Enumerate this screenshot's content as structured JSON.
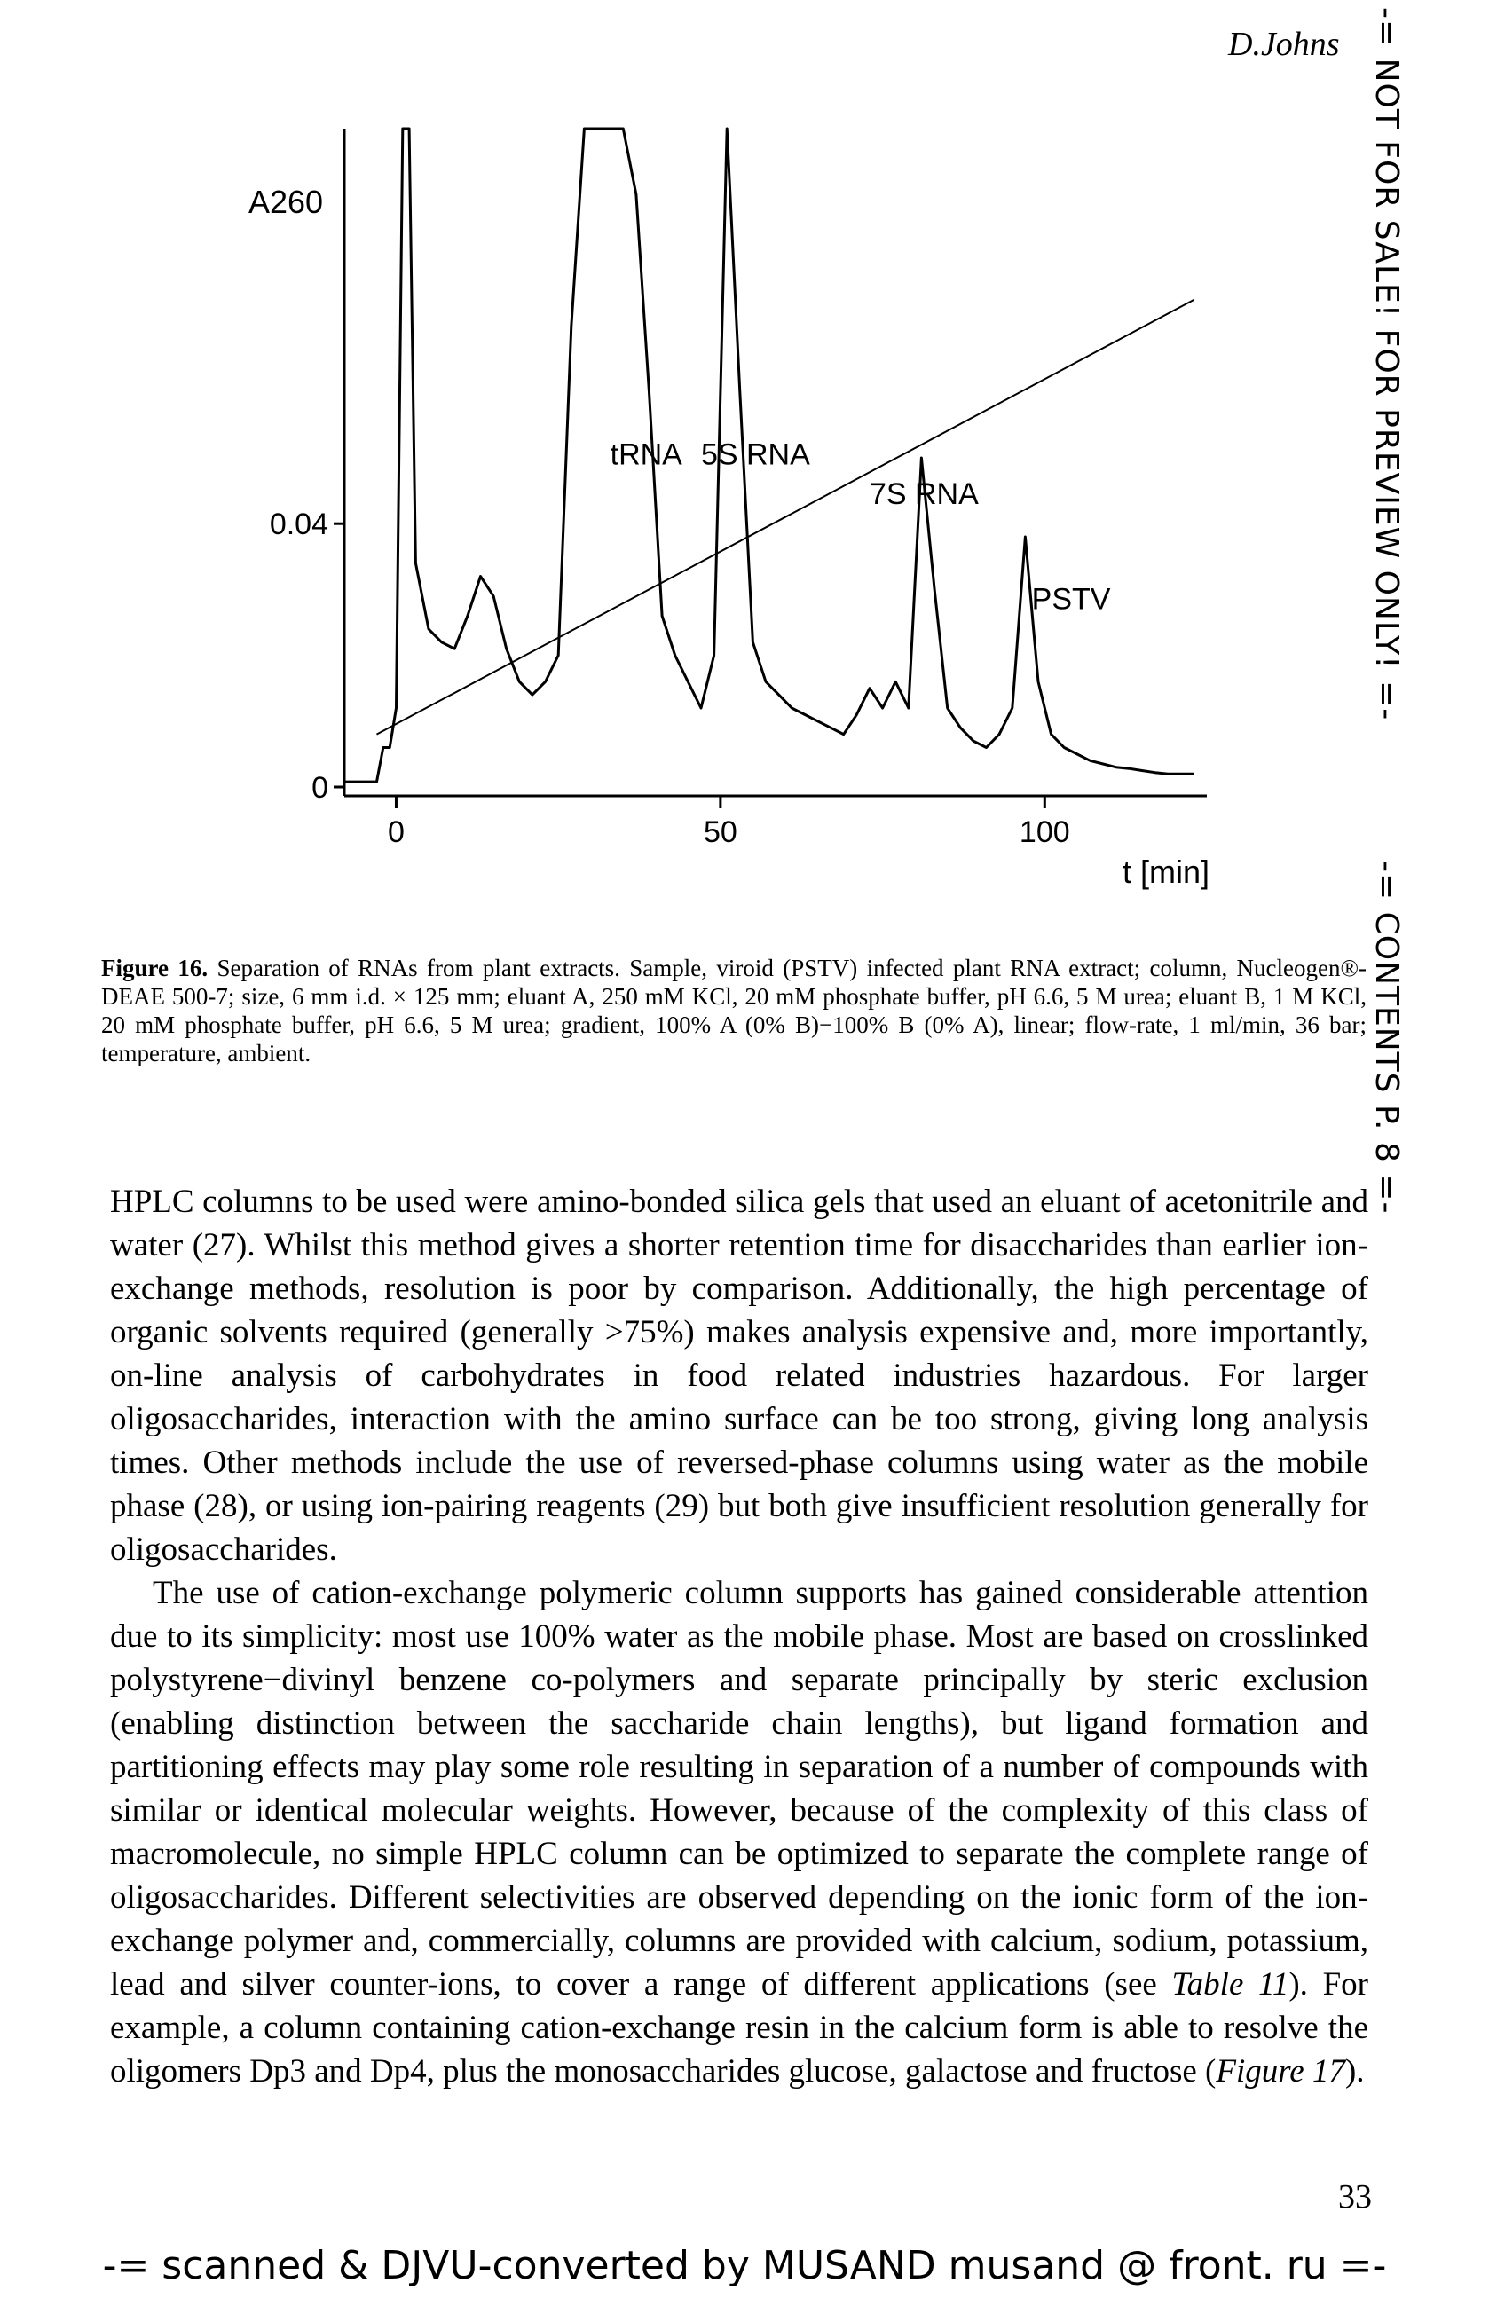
{
  "header": {
    "author": "D.Johns"
  },
  "side_banner": {
    "line1": "-= NOT FOR SALE! FOR PREVIEW ONLY! =-",
    "line2": "-= CONTENTS P. 8 =-"
  },
  "chart_data": {
    "type": "line",
    "ylabel": "A260",
    "xlabel": "t [min]",
    "x_ticks": [
      "0",
      "50",
      "100"
    ],
    "y_ticks": [
      "0.04",
      "0"
    ],
    "xlim": [
      -8,
      125
    ],
    "ylim": [
      0,
      0.1
    ],
    "peak_labels": [
      "tRNA",
      "5S RNA",
      "7S RNA",
      "PSTV"
    ],
    "series": [
      {
        "x": [
          -8,
          -3,
          -2,
          -1,
          0,
          1,
          2,
          3,
          5,
          7,
          9,
          11,
          13,
          15,
          17,
          19,
          21,
          23,
          25,
          27,
          29,
          31,
          33,
          35,
          37,
          39,
          41,
          43,
          45,
          47,
          49,
          51,
          53,
          55,
          57,
          59,
          61,
          63,
          65,
          67,
          69,
          71,
          73,
          75,
          77,
          79,
          81,
          83,
          85,
          87,
          89,
          91,
          93,
          95,
          97,
          99,
          101,
          103,
          105,
          107,
          109,
          111,
          113,
          115,
          117,
          119,
          121,
          123
        ],
        "y": [
          0.0008,
          0.0008,
          0.006,
          0.006,
          0.012,
          0.1,
          0.1,
          0.034,
          0.024,
          0.022,
          0.021,
          0.026,
          0.032,
          0.029,
          0.021,
          0.016,
          0.014,
          0.016,
          0.02,
          0.07,
          0.1,
          0.1,
          0.1,
          0.1,
          0.09,
          0.06,
          0.026,
          0.02,
          0.016,
          0.012,
          0.02,
          0.1,
          0.06,
          0.022,
          0.016,
          0.014,
          0.012,
          0.011,
          0.01,
          0.009,
          0.008,
          0.011,
          0.015,
          0.012,
          0.016,
          0.012,
          0.05,
          0.03,
          0.012,
          0.009,
          0.007,
          0.006,
          0.008,
          0.012,
          0.038,
          0.016,
          0.008,
          0.006,
          0.005,
          0.004,
          0.0035,
          0.003,
          0.0028,
          0.0025,
          0.0022,
          0.002,
          0.002,
          0.002
        ]
      },
      {
        "name": "gradient",
        "x": [
          -3,
          123
        ],
        "y": [
          0.008,
          0.074
        ]
      }
    ]
  },
  "caption": {
    "label": "Figure 16.",
    "text": "Separation of RNAs from plant extracts. Sample, viroid (PSTV) infected plant RNA extract; column, Nucleogen®-DEAE 500-7; size, 6 mm i.d. × 125 mm; eluant A, 250 mM KCl, 20 mM phosphate buffer, pH 6.6, 5 M urea; eluant B, 1 M KCl, 20 mM phosphate buffer, pH 6.6, 5 M urea; gradient, 100% A (0% B)−100% B (0% A), linear; flow-rate, 1 ml/min, 36 bar; temperature, ambient."
  },
  "body": {
    "p1": "HPLC columns to be used were amino-bonded silica gels that used an eluant of acetonitrile and water (27). Whilst this method gives a shorter retention time for disaccharides than earlier ion-exchange methods, resolution is poor by comparison. Additionally, the high percentage of organic solvents required (generally >75%) makes analysis expensive and, more importantly, on-line analysis of carbohydrates in food related industries hazardous. For larger oligosaccharides, interaction with the amino surface can be too strong, giving long analysis times. Other methods include the use of reversed-phase columns using water as the mobile phase (28), or using ion-pairing reagents (29) but both give insufficient resolution generally for oligosaccharides.",
    "p2_a": "The use of cation-exchange polymeric column supports has gained considerable attention due to its simplicity: most use 100% water as the mobile phase. Most are based on crosslinked polystyrene−divinyl benzene co-polymers and separate principally by steric exclusion (enabling distinction between the saccharide chain lengths), but ligand formation and partitioning effects may play some role resulting in separation of a number of compounds with similar or identical molecular weights. However, because of the complexity of this class of macromolecule, no simple HPLC column can be optimized to separate the complete range of oligosaccharides. Different selectivities are observed depending on the ionic form of the ion-exchange polymer and, commercially, columns are provided with calcium, sodium, potassium, lead and silver counter-ions, to cover a range of different applications (see ",
    "p2_ref1": "Table 11",
    "p2_b": "). For example, a column containing cation-exchange resin in the calcium form is able to resolve the oligomers Dp3 and Dp4, plus the monosaccharides glucose, galactose and fructose (",
    "p2_ref2": "Figure 17",
    "p2_c": ")."
  },
  "page_number": "33",
  "footer": "-= scanned & DJVU-converted by MUSAND musand @ front. ru =-"
}
